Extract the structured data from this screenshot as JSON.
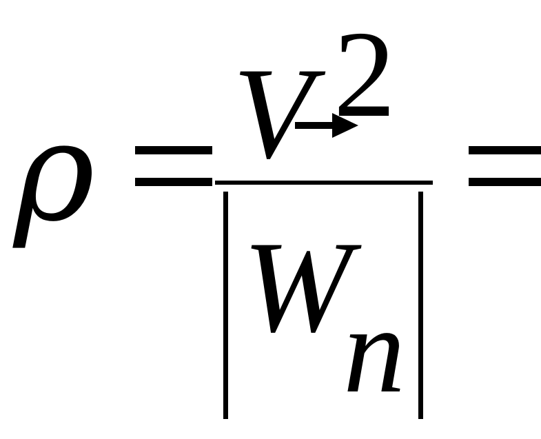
{
  "formula": {
    "lhs": "ρ",
    "equals_1": "=",
    "numerator_symbol": "V",
    "numerator_vector_icon": "right-arrow-icon",
    "numerator_exponent": "2",
    "denominator_symbol": "W",
    "denominator_subscript": "n",
    "equals_2": "="
  }
}
